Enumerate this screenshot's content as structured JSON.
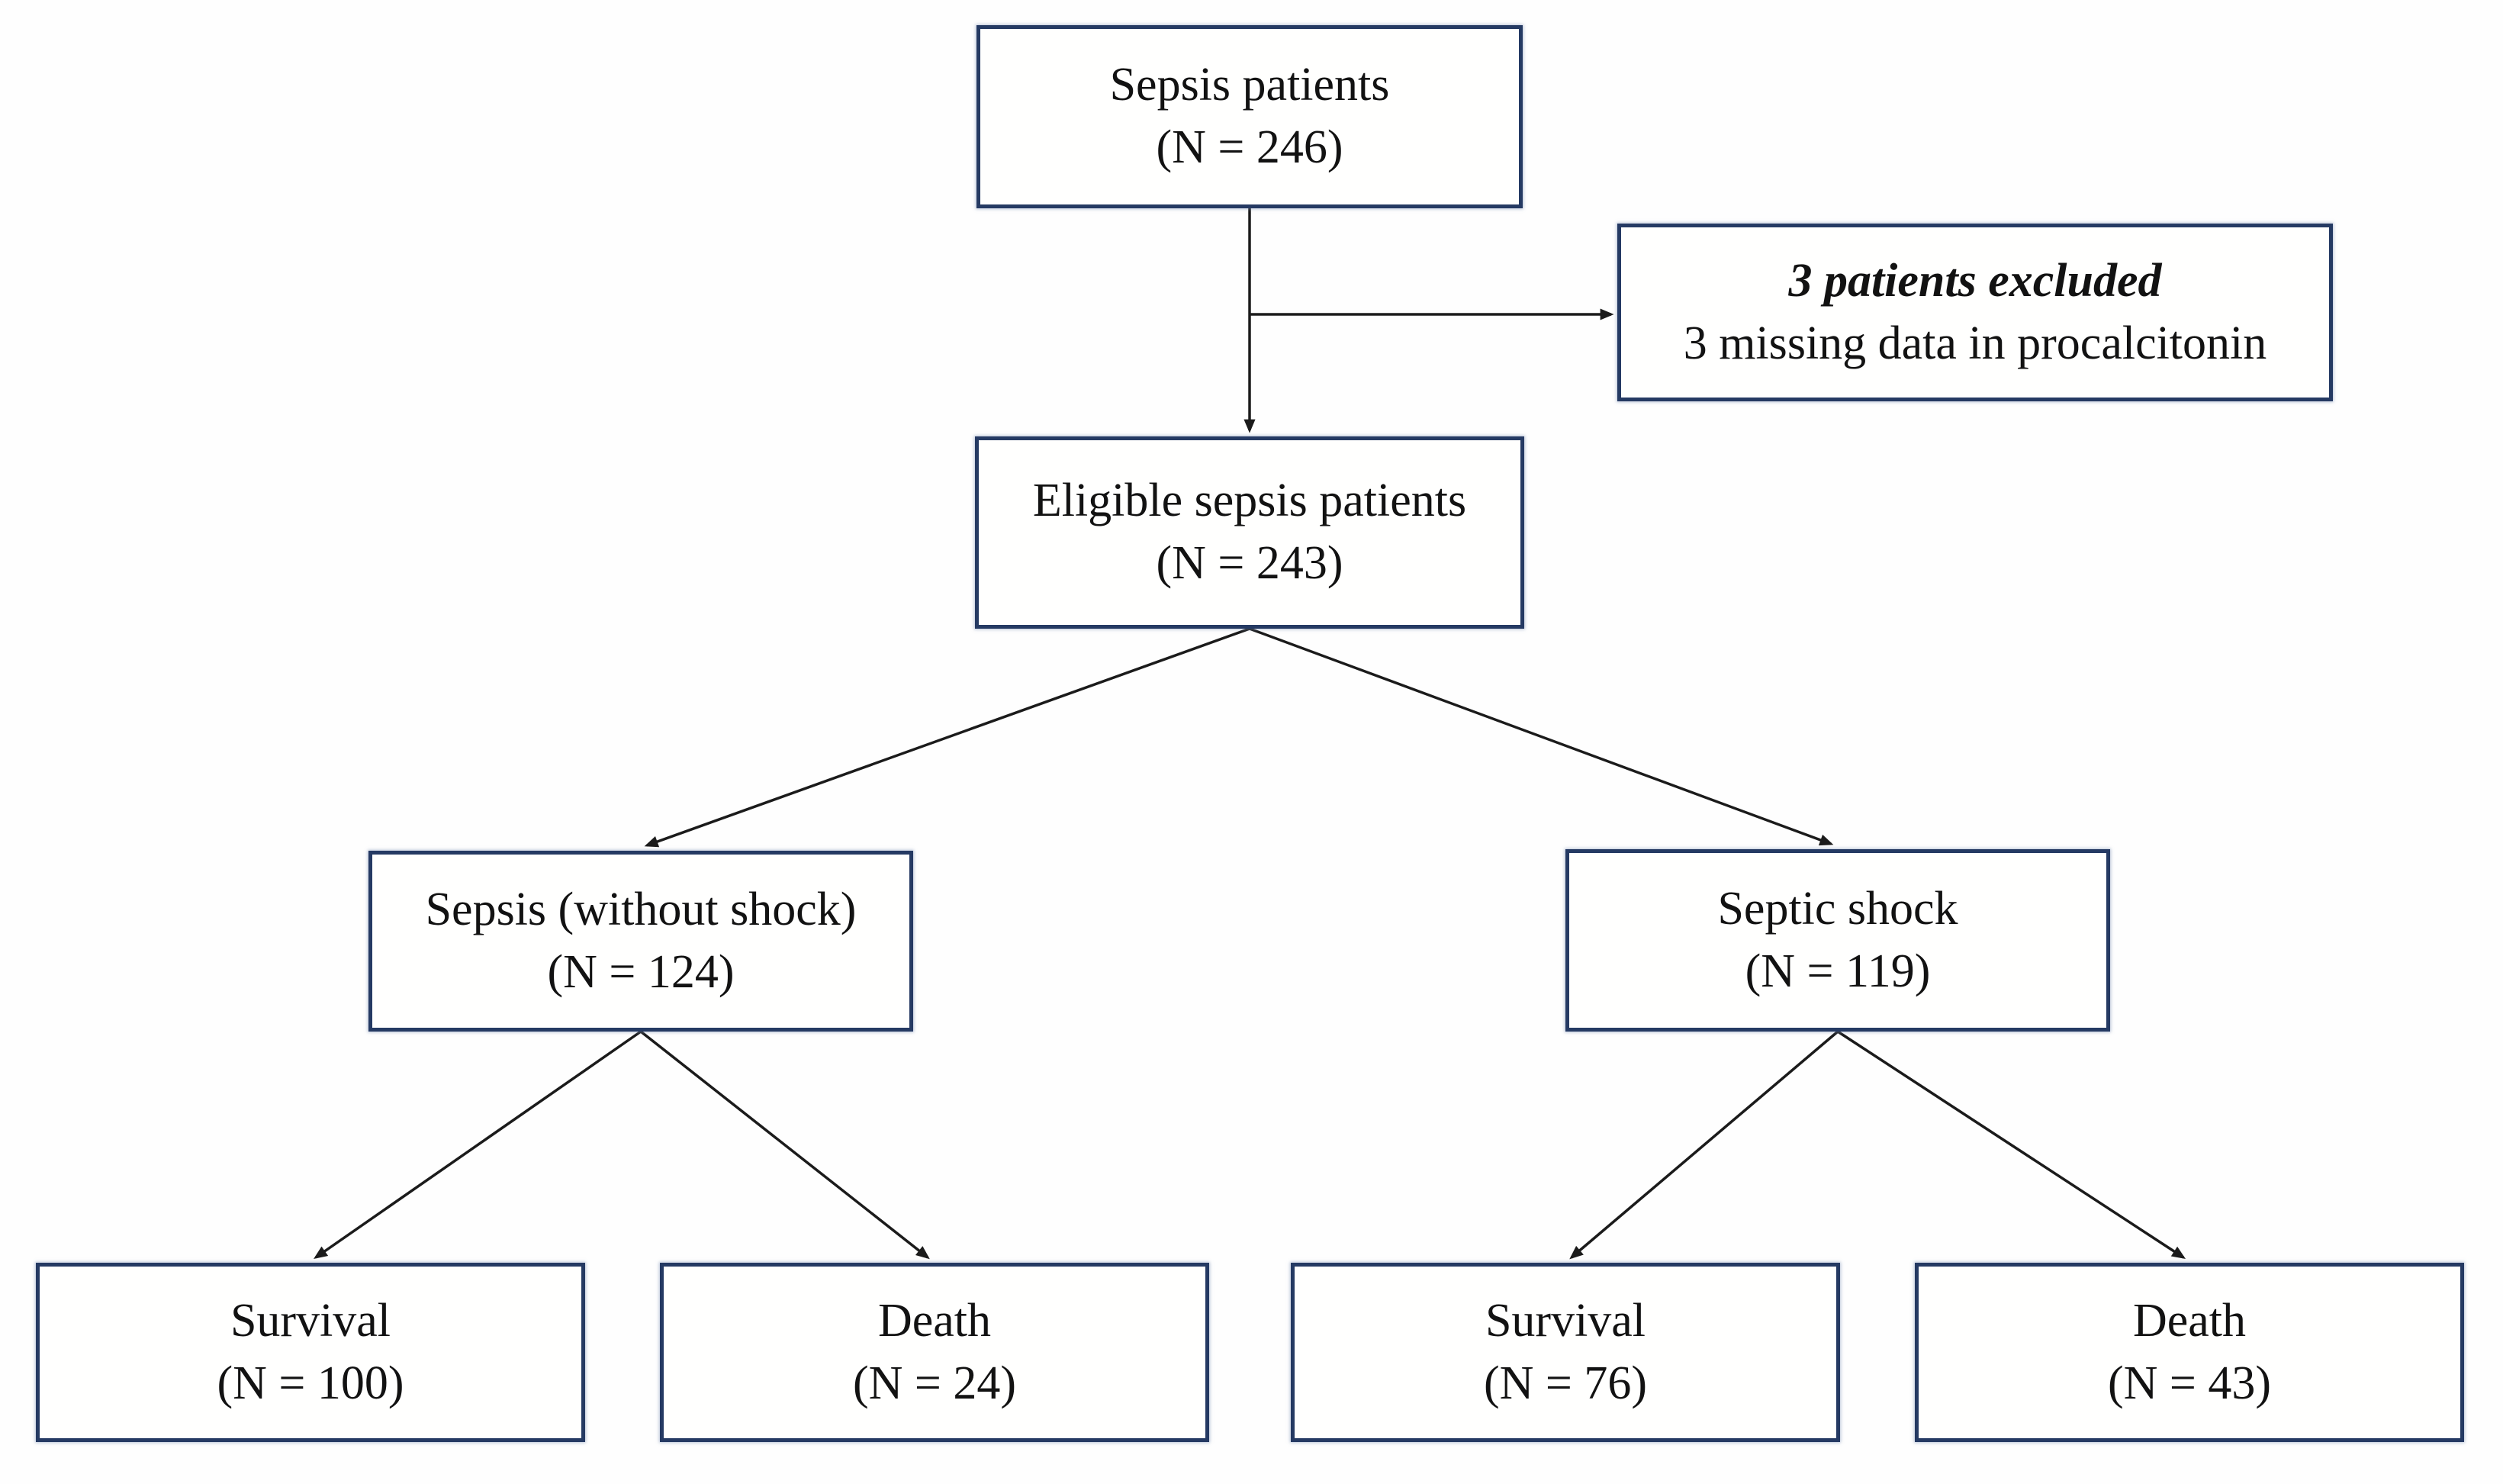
{
  "figure": {
    "type": "patient-flow-diagram",
    "boxes": {
      "sepsis_patients": {
        "label": "Sepsis patients",
        "n": "(N = 246)"
      },
      "excluded": {
        "title": "3 patients excluded",
        "detail": "3 missing data in procalcitonin"
      },
      "eligible": {
        "label": "Eligible sepsis patients",
        "n": "(N = 243)"
      },
      "sepsis_without_shock": {
        "label": "Sepsis (without shock)",
        "n": "(N = 124)"
      },
      "septic_shock": {
        "label": "Septic shock",
        "n": "(N = 119)"
      },
      "sepsis_survival": {
        "label": "Survival",
        "n": "(N = 100)"
      },
      "sepsis_death": {
        "label": "Death",
        "n": "(N = 24)"
      },
      "shock_survival": {
        "label": "Survival",
        "n": "(N = 76)"
      },
      "shock_death": {
        "label": "Death",
        "n": "(N = 43)"
      }
    },
    "colors": {
      "box_border": "#253a63",
      "arrow": "#1b1b1b",
      "text": "#121212",
      "background": "#fefefe"
    }
  }
}
